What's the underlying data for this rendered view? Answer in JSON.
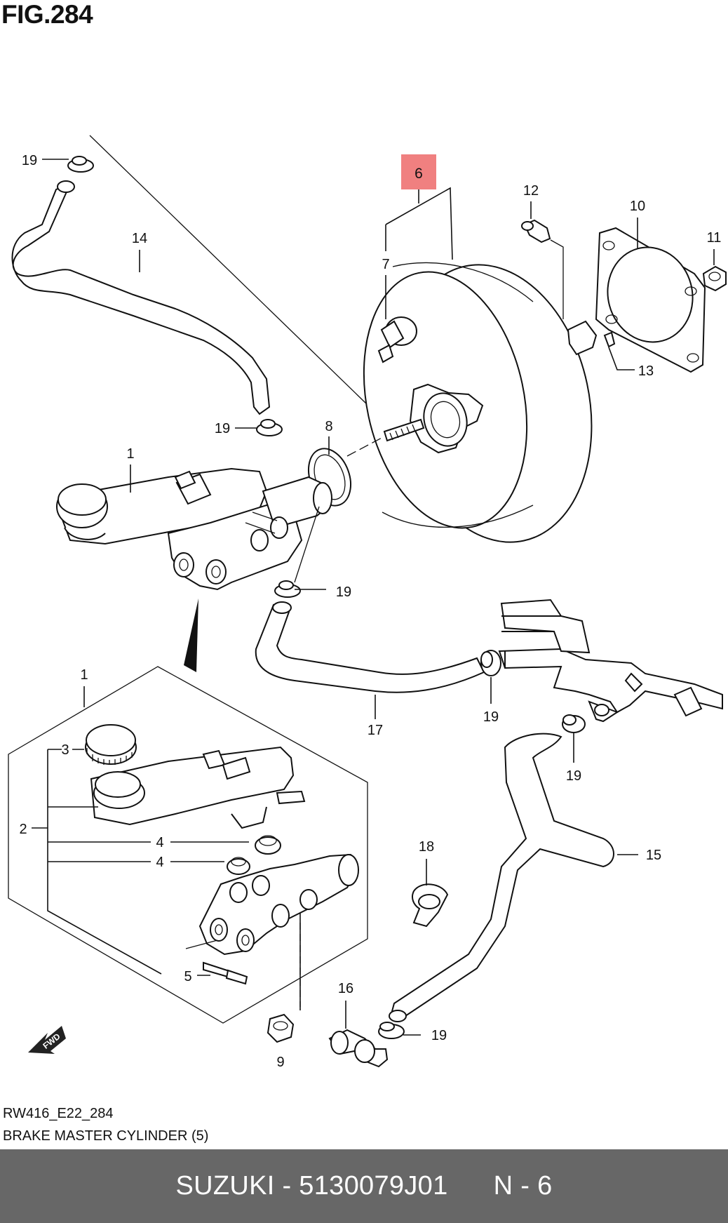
{
  "figure": {
    "title": "FIG.284",
    "code": "RW416_E22_284",
    "name": "BRAKE MASTER CYLINDER (5)"
  },
  "callouts": {
    "c1a": "1",
    "c1b": "1",
    "c2": "2",
    "c3": "3",
    "c4a": "4",
    "c4b": "4",
    "c5": "5",
    "c6": "6",
    "c7": "7",
    "c8": "8",
    "c9": "9",
    "c10": "10",
    "c11": "11",
    "c12": "12",
    "c13": "13",
    "c14": "14",
    "c15": "15",
    "c16": "16",
    "c17": "17",
    "c18": "18",
    "c19a": "19",
    "c19b": "19",
    "c19c": "19",
    "c19d": "19",
    "c19e": "19",
    "c19f": "19"
  },
  "highlight_color": "#f08080",
  "fwd_label": "FWD",
  "footer": {
    "brand": "SUZUKI",
    "separator": "-",
    "part_number": "5130079J01",
    "position": "N - 6",
    "background": "#676767"
  }
}
